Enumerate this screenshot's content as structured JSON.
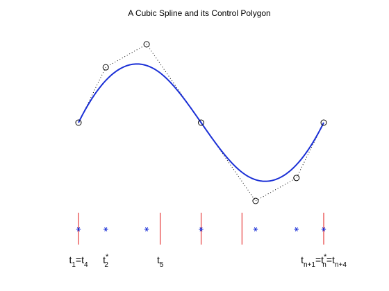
{
  "title": "A Cubic Spline and its Control Polygon",
  "colors": {
    "curve": "#1a2fd6",
    "polygon": "#000000",
    "knot_line": "#e01010",
    "site_marker": "#1a2fd6"
  },
  "chart_data": {
    "type": "line",
    "title": "A Cubic Spline and its Control Polygon",
    "control_points": [
      {
        "x": 0.0,
        "y": 0.0
      },
      {
        "x": 0.667,
        "y": 0.906
      },
      {
        "x": 1.667,
        "y": 1.282
      },
      {
        "x": 3.0,
        "y": 0.0
      },
      {
        "x": 4.333,
        "y": -1.282
      },
      {
        "x": 5.333,
        "y": -0.906
      },
      {
        "x": 6.0,
        "y": 0.0
      }
    ],
    "knots": [
      0,
      0,
      0,
      0,
      2,
      3,
      4,
      6,
      6,
      6,
      6
    ],
    "knot_lines_x": [
      0,
      2,
      3,
      4,
      6
    ],
    "greville_sites_x": [
      0.0,
      0.667,
      1.667,
      3.0,
      4.333,
      5.333,
      6.0
    ],
    "xlim": [
      0,
      6
    ],
    "ylim": [
      -1.282,
      1.282
    ],
    "axes_visible": false,
    "labels": [
      {
        "x": 0.0,
        "parts": [
          {
            "t": "t"
          },
          {
            "t": "1",
            "k": "sub"
          },
          {
            "t": "=t"
          },
          {
            "t": "4",
            "k": "sub"
          }
        ]
      },
      {
        "x": 0.667,
        "parts": [
          {
            "t": "t"
          },
          {
            "t": "*",
            "k": "sup"
          },
          {
            "t": "2",
            "k": "sub"
          }
        ]
      },
      {
        "x": 2.0,
        "parts": [
          {
            "t": "t"
          },
          {
            "t": "5",
            "k": "sub"
          }
        ]
      },
      {
        "x": 6.0,
        "parts": [
          {
            "t": "t"
          },
          {
            "t": "n+1",
            "k": "sub"
          },
          {
            "t": "=t"
          },
          {
            "t": "*",
            "k": "sup"
          },
          {
            "t": "n",
            "k": "sub"
          },
          {
            "t": "=t"
          },
          {
            "t": "n+4",
            "k": "sub"
          }
        ]
      }
    ]
  }
}
